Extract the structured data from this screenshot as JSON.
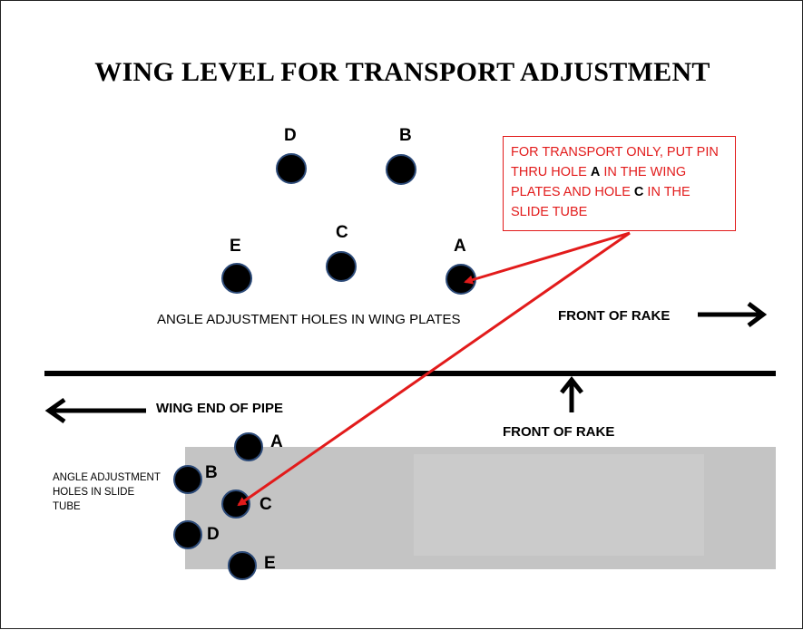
{
  "title": "WING LEVEL FOR TRANSPORT ADJUSTMENT",
  "wing_plate_holes": {
    "labels": [
      "D",
      "B",
      "E",
      "C",
      "A"
    ],
    "caption": "ANGLE ADJUSTMENT HOLES IN WING PLATES"
  },
  "note": {
    "part1": "FOR TRANSPORT ONLY, PUT PIN THRU HOLE ",
    "hole_a": "A",
    "part2": " IN THE WING PLATES AND HOLE ",
    "hole_c": "C",
    "part3": " IN THE SLIDE TUBE"
  },
  "labels": {
    "front_of_rake_top": "FRONT OF RAKE",
    "wing_end_of_pipe": "WING END OF PIPE",
    "front_of_rake_bottom": "FRONT OF RAKE"
  },
  "slide_tube": {
    "caption": "ANGLE ADJUSTMENT HOLES IN SLIDE TUBE",
    "hole_labels": [
      "A",
      "B",
      "C",
      "D",
      "E"
    ]
  },
  "colors": {
    "accent_red": "#e21b1b",
    "tube_gray": "#c4c4c4",
    "hole_fill": "#000000",
    "hole_ring": "#2c4a78"
  }
}
